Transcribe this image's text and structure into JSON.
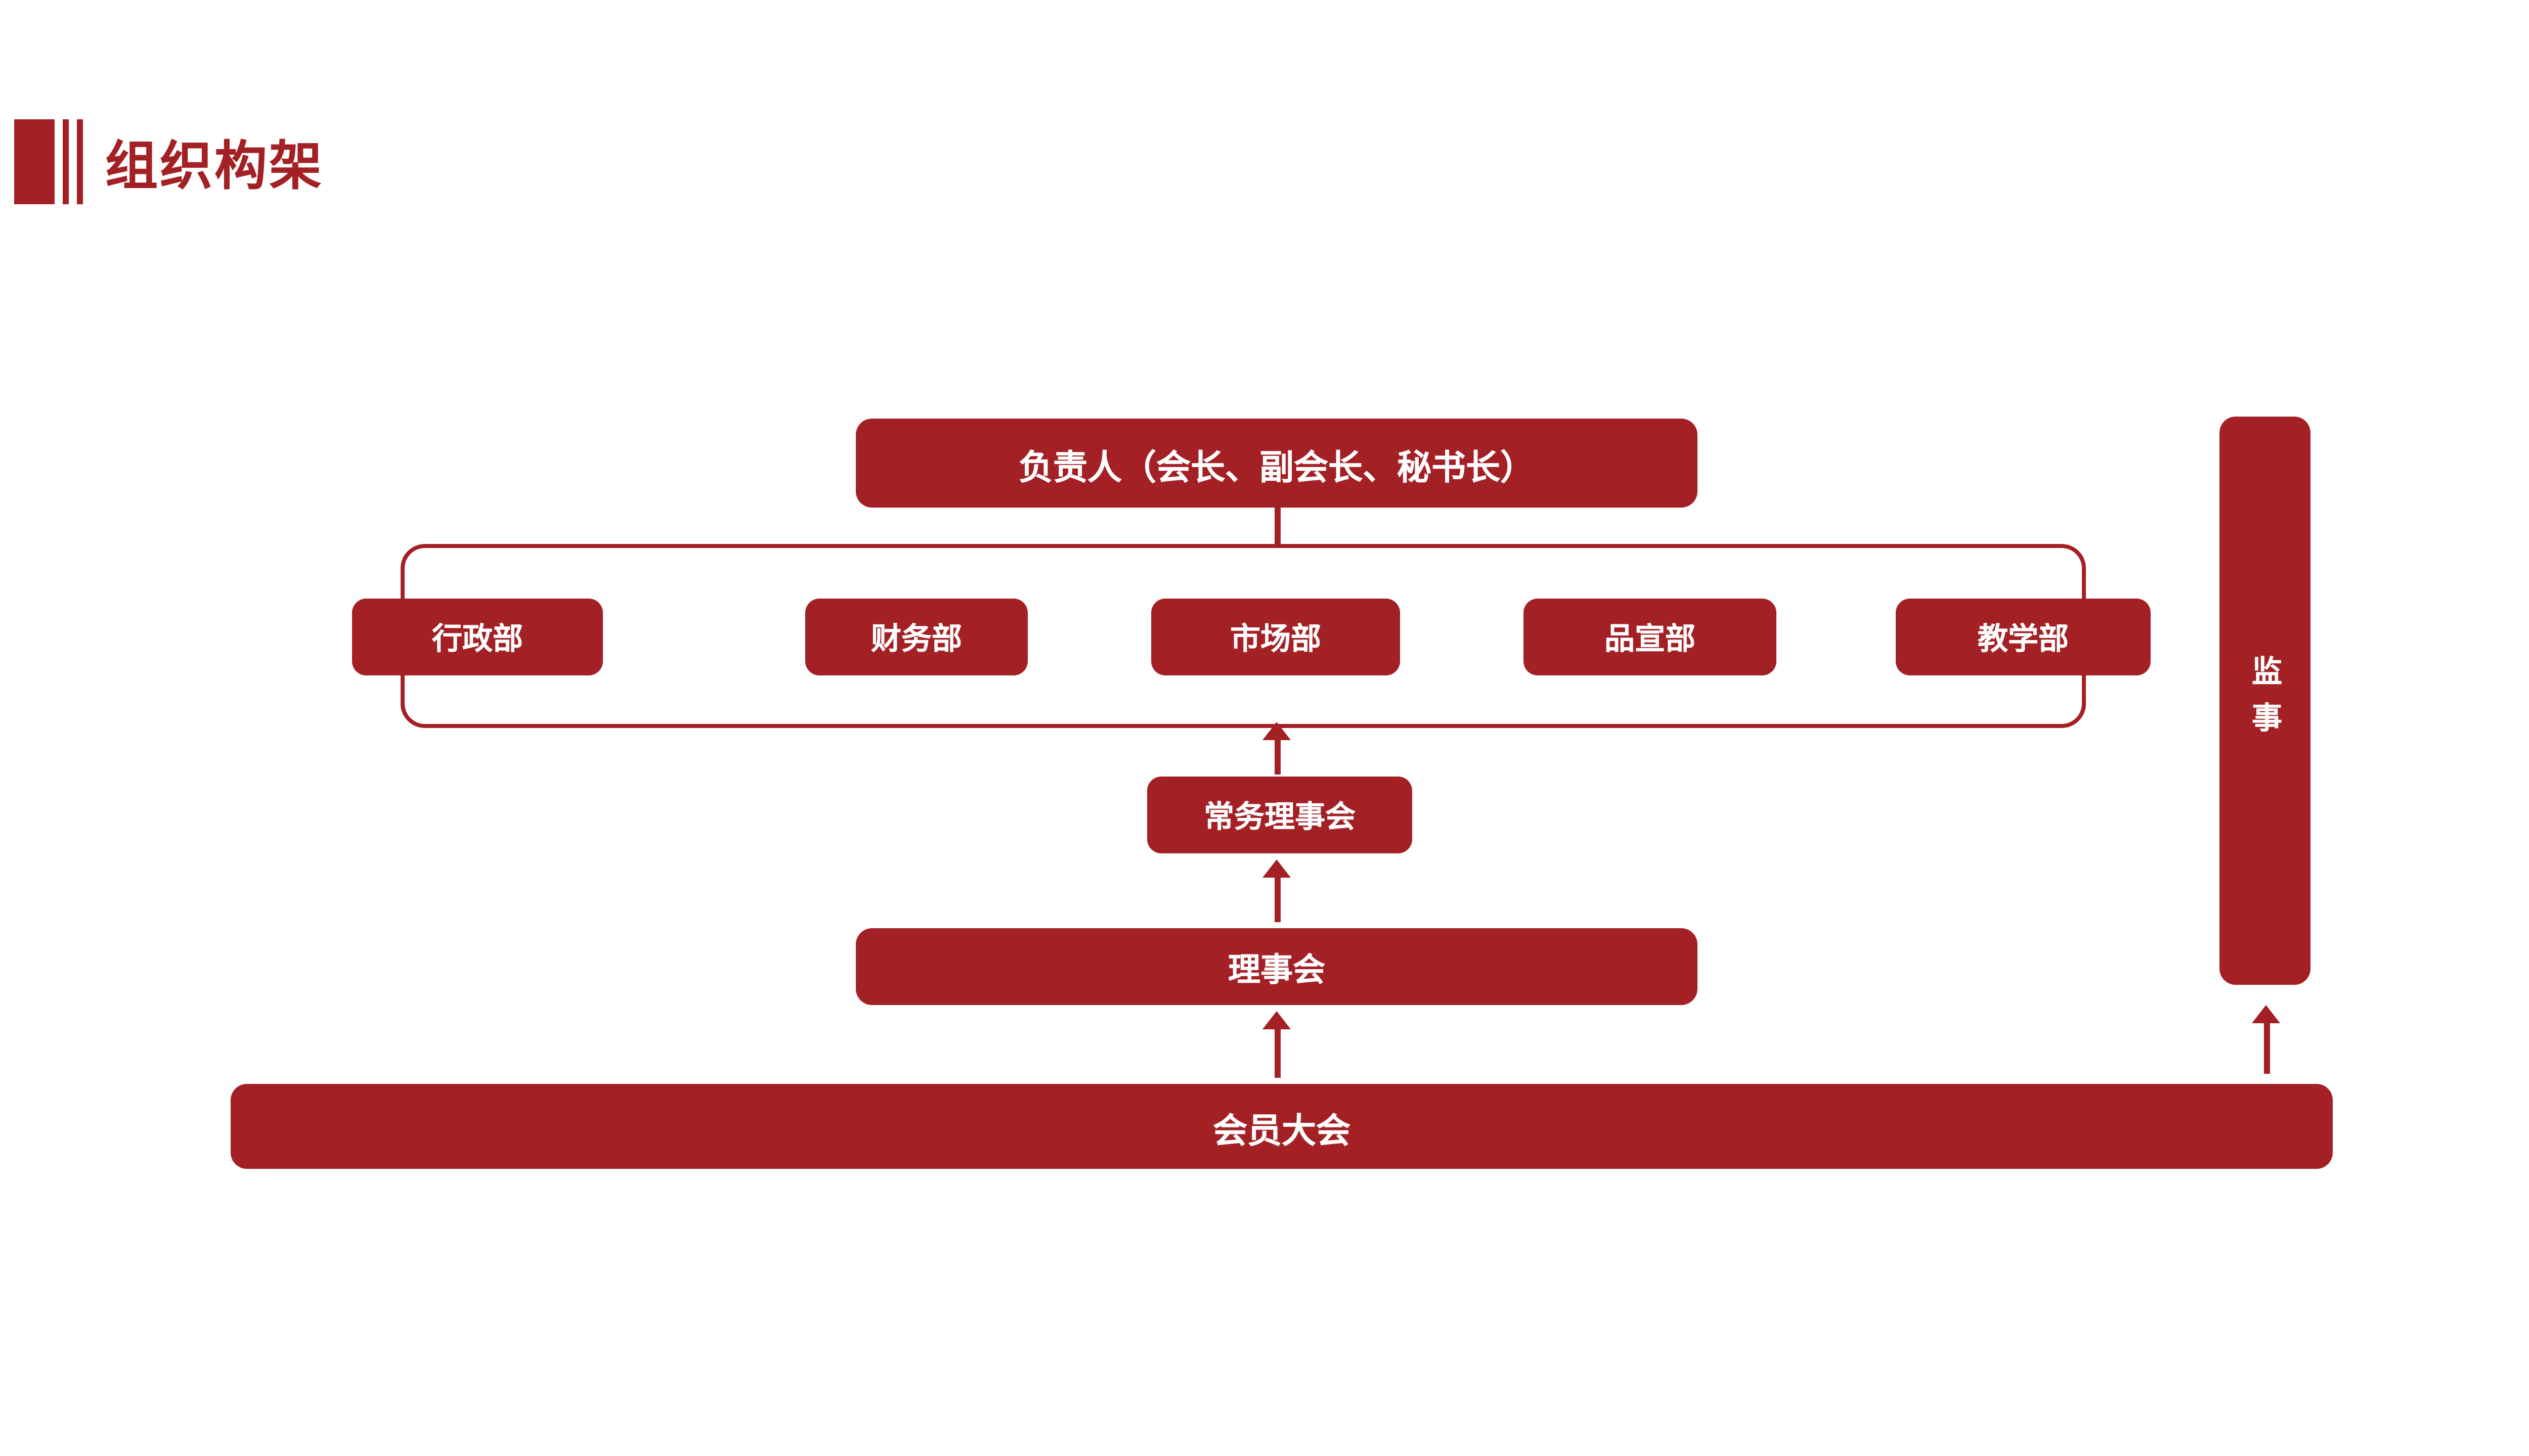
{
  "slide": {
    "title": "组织构架"
  },
  "org": {
    "leader": "负责人（会长、副会长、秘书长）",
    "departments": [
      "行政部",
      "财务部",
      "市场部",
      "品宣部",
      "教学部"
    ],
    "standing_council": "常务理事会",
    "council": "理事会",
    "general_assembly": "会员大会",
    "supervisor": "监事"
  },
  "colors": {
    "accent": "#A32025"
  }
}
